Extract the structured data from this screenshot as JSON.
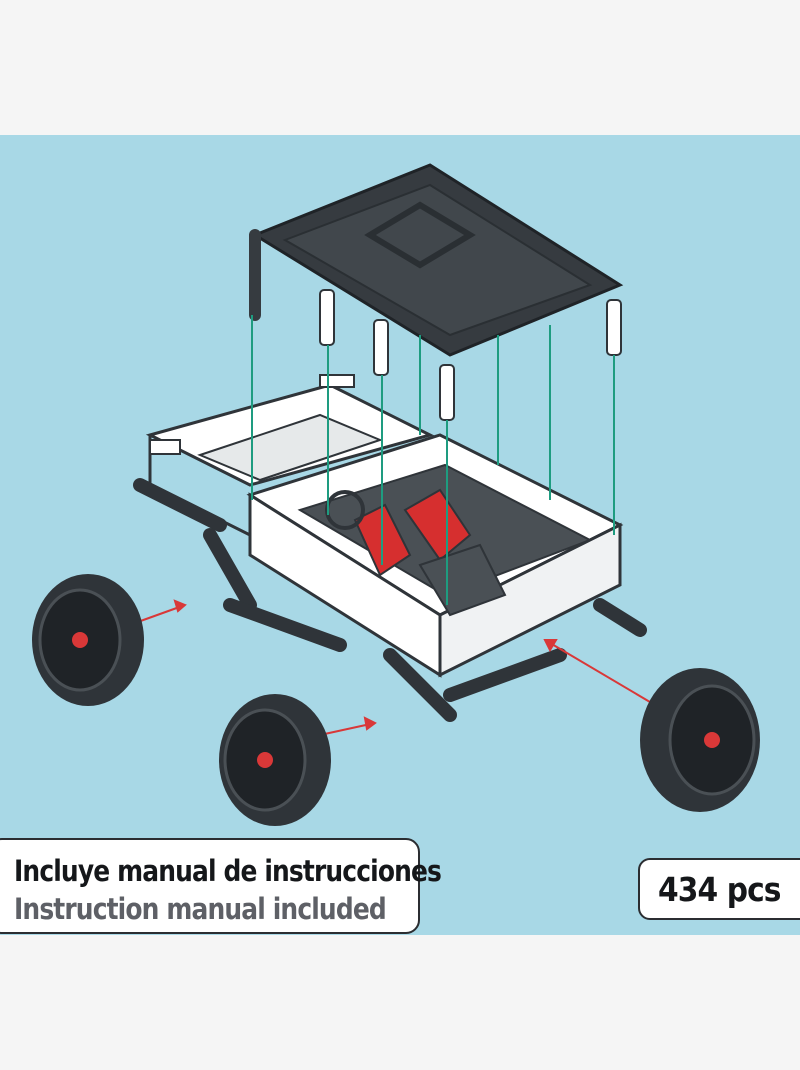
{
  "product": {
    "title_es": "Incluye manual de instrucciones",
    "title_en": "Instruction manual included",
    "piece_count": "434 pcs"
  },
  "colors": {
    "background": "#a8d8e6",
    "roof": "#363b40",
    "chassis": "#ffffff",
    "seats": "#d62f2f",
    "guide_lines": "#1e9c80",
    "arrows": "#d93838"
  }
}
